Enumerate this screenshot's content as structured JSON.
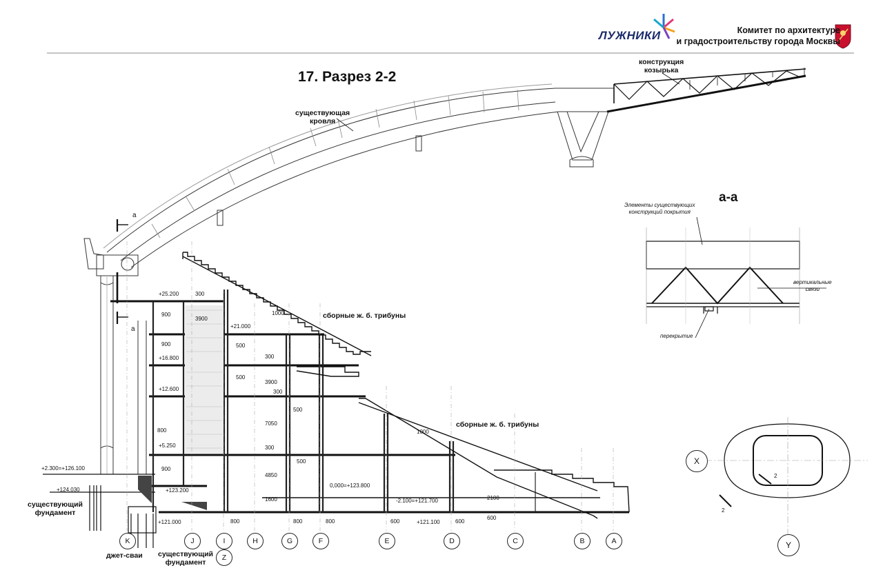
{
  "header": {
    "logo_text": "ЛУЖНИКИ",
    "committee_line1": "Комитет по архитектуре",
    "committee_line2": "и градостроительству города Москвы"
  },
  "title": "17. Разрез 2-2",
  "labels": {
    "existing_roof": "существующая\nкровля",
    "canopy_structure": "конструкция\nкозырька",
    "stands_upper": "сборные ж. б. трибуны",
    "stands_lower": "сборные ж. б. трибуны",
    "existing_foundation_left": "существующий\nфундамент",
    "jet_piles": "джет-сваи",
    "existing_foundation_bottom": "существующий\nфундамент",
    "section_marker": "а"
  },
  "detail": {
    "title": "а-а",
    "existing_elements": "Элементы существующих\nконструкций покрытия",
    "vertical_bracing": "вертикальные\nсвязи",
    "floor_slab": "перекрытие"
  },
  "levels": [
    "+25.200",
    "+21.000",
    "+16.800",
    "+12.600",
    "+5.250",
    "+2.300=+126.100",
    "+124.030",
    "+123.200",
    "+121.000",
    "0,000=+123.800",
    "-2.100=+121.700",
    "+121.100"
  ],
  "dimensions": [
    "300",
    "900",
    "3900",
    "900",
    "500",
    "300",
    "500",
    "3900",
    "300",
    "500",
    "7050",
    "800",
    "300",
    "900",
    "4850",
    "500",
    "1600",
    "1000",
    "1000",
    "2100",
    "600",
    "800",
    "800",
    "800",
    "600",
    "600"
  ],
  "axes": [
    "K",
    "J",
    "I",
    "H",
    "G",
    "F",
    "E",
    "D",
    "C",
    "B",
    "A",
    "Z"
  ],
  "plan_axes": [
    "X",
    "Y"
  ],
  "plan_marker": "2",
  "colors": {
    "ink": "#111111",
    "grid": "#bbbbbb",
    "hatch": "#d9d9d9",
    "brand": "#1b2a6b",
    "moscow_red": "#c8102e"
  }
}
